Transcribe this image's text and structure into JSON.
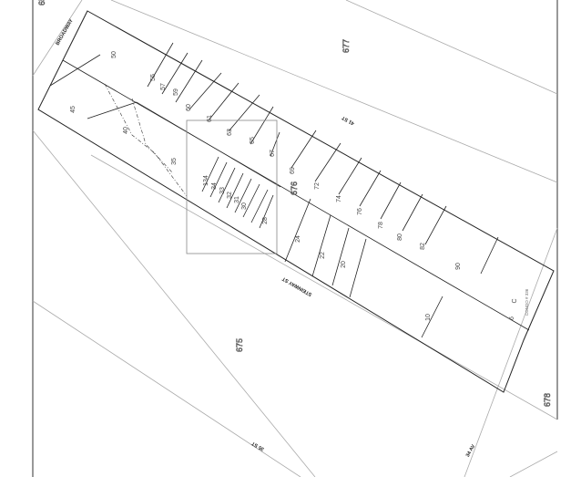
{
  "map": {
    "streets": {
      "broadway": "BROADWAY",
      "st41": "41 ST",
      "steinway": "STEINWAY ST",
      "st35": "35 ST",
      "av34": "34 AV"
    },
    "blocks": {
      "main": "676",
      "north": "677",
      "south": "675",
      "east": "678",
      "corner": "65"
    },
    "lots": [
      "50",
      "45",
      "40",
      "35",
      "55",
      "57",
      "59",
      "60",
      "61",
      "63",
      "65",
      "67",
      "69",
      "72",
      "74",
      "76",
      "78",
      "80",
      "82",
      "90",
      "10",
      "24",
      "22",
      "20",
      "28",
      "30",
      "31",
      "32",
      "33",
      "34",
      "134",
      "6",
      "C"
    ],
    "condo_label": "CONDO # 336",
    "line_color": "#222222",
    "street_line_color": "#aaaaaa"
  }
}
